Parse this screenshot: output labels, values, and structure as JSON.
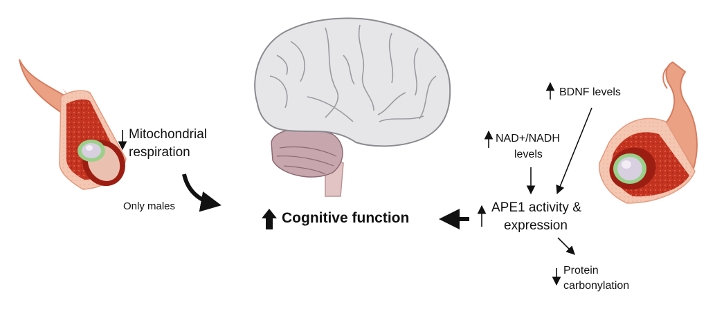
{
  "labels": {
    "mito_line1": "Mitochondrial",
    "mito_line2": "respiration",
    "only_males": "Only males",
    "cognitive": "Cognitive function",
    "bdnf": "BDNF levels",
    "nad_line1": "NAD+/NADH",
    "nad_line2": "levels",
    "ape1_line1": "APE1 activity &",
    "ape1_line2": "expression",
    "protein_line1": "Protein",
    "protein_line2": "carbonylation"
  },
  "icons": {
    "up": "up-arrow-icon",
    "down": "down-arrow-icon",
    "brain": "brain-icon",
    "vessel": "blood-vessel-icon"
  },
  "colors": {
    "vessel_outer": "#eaa184",
    "vessel_wall": "#f5c9b4",
    "blood": "#c0301c",
    "blood_dark": "#9c1e12",
    "cell_ring": "#9ad08a",
    "cell_core": "#d8cfe0",
    "brain": "#e6e6e8",
    "cerebellum": "#c7a6ad",
    "stem": "#e2c4c4",
    "text": "#111111"
  }
}
